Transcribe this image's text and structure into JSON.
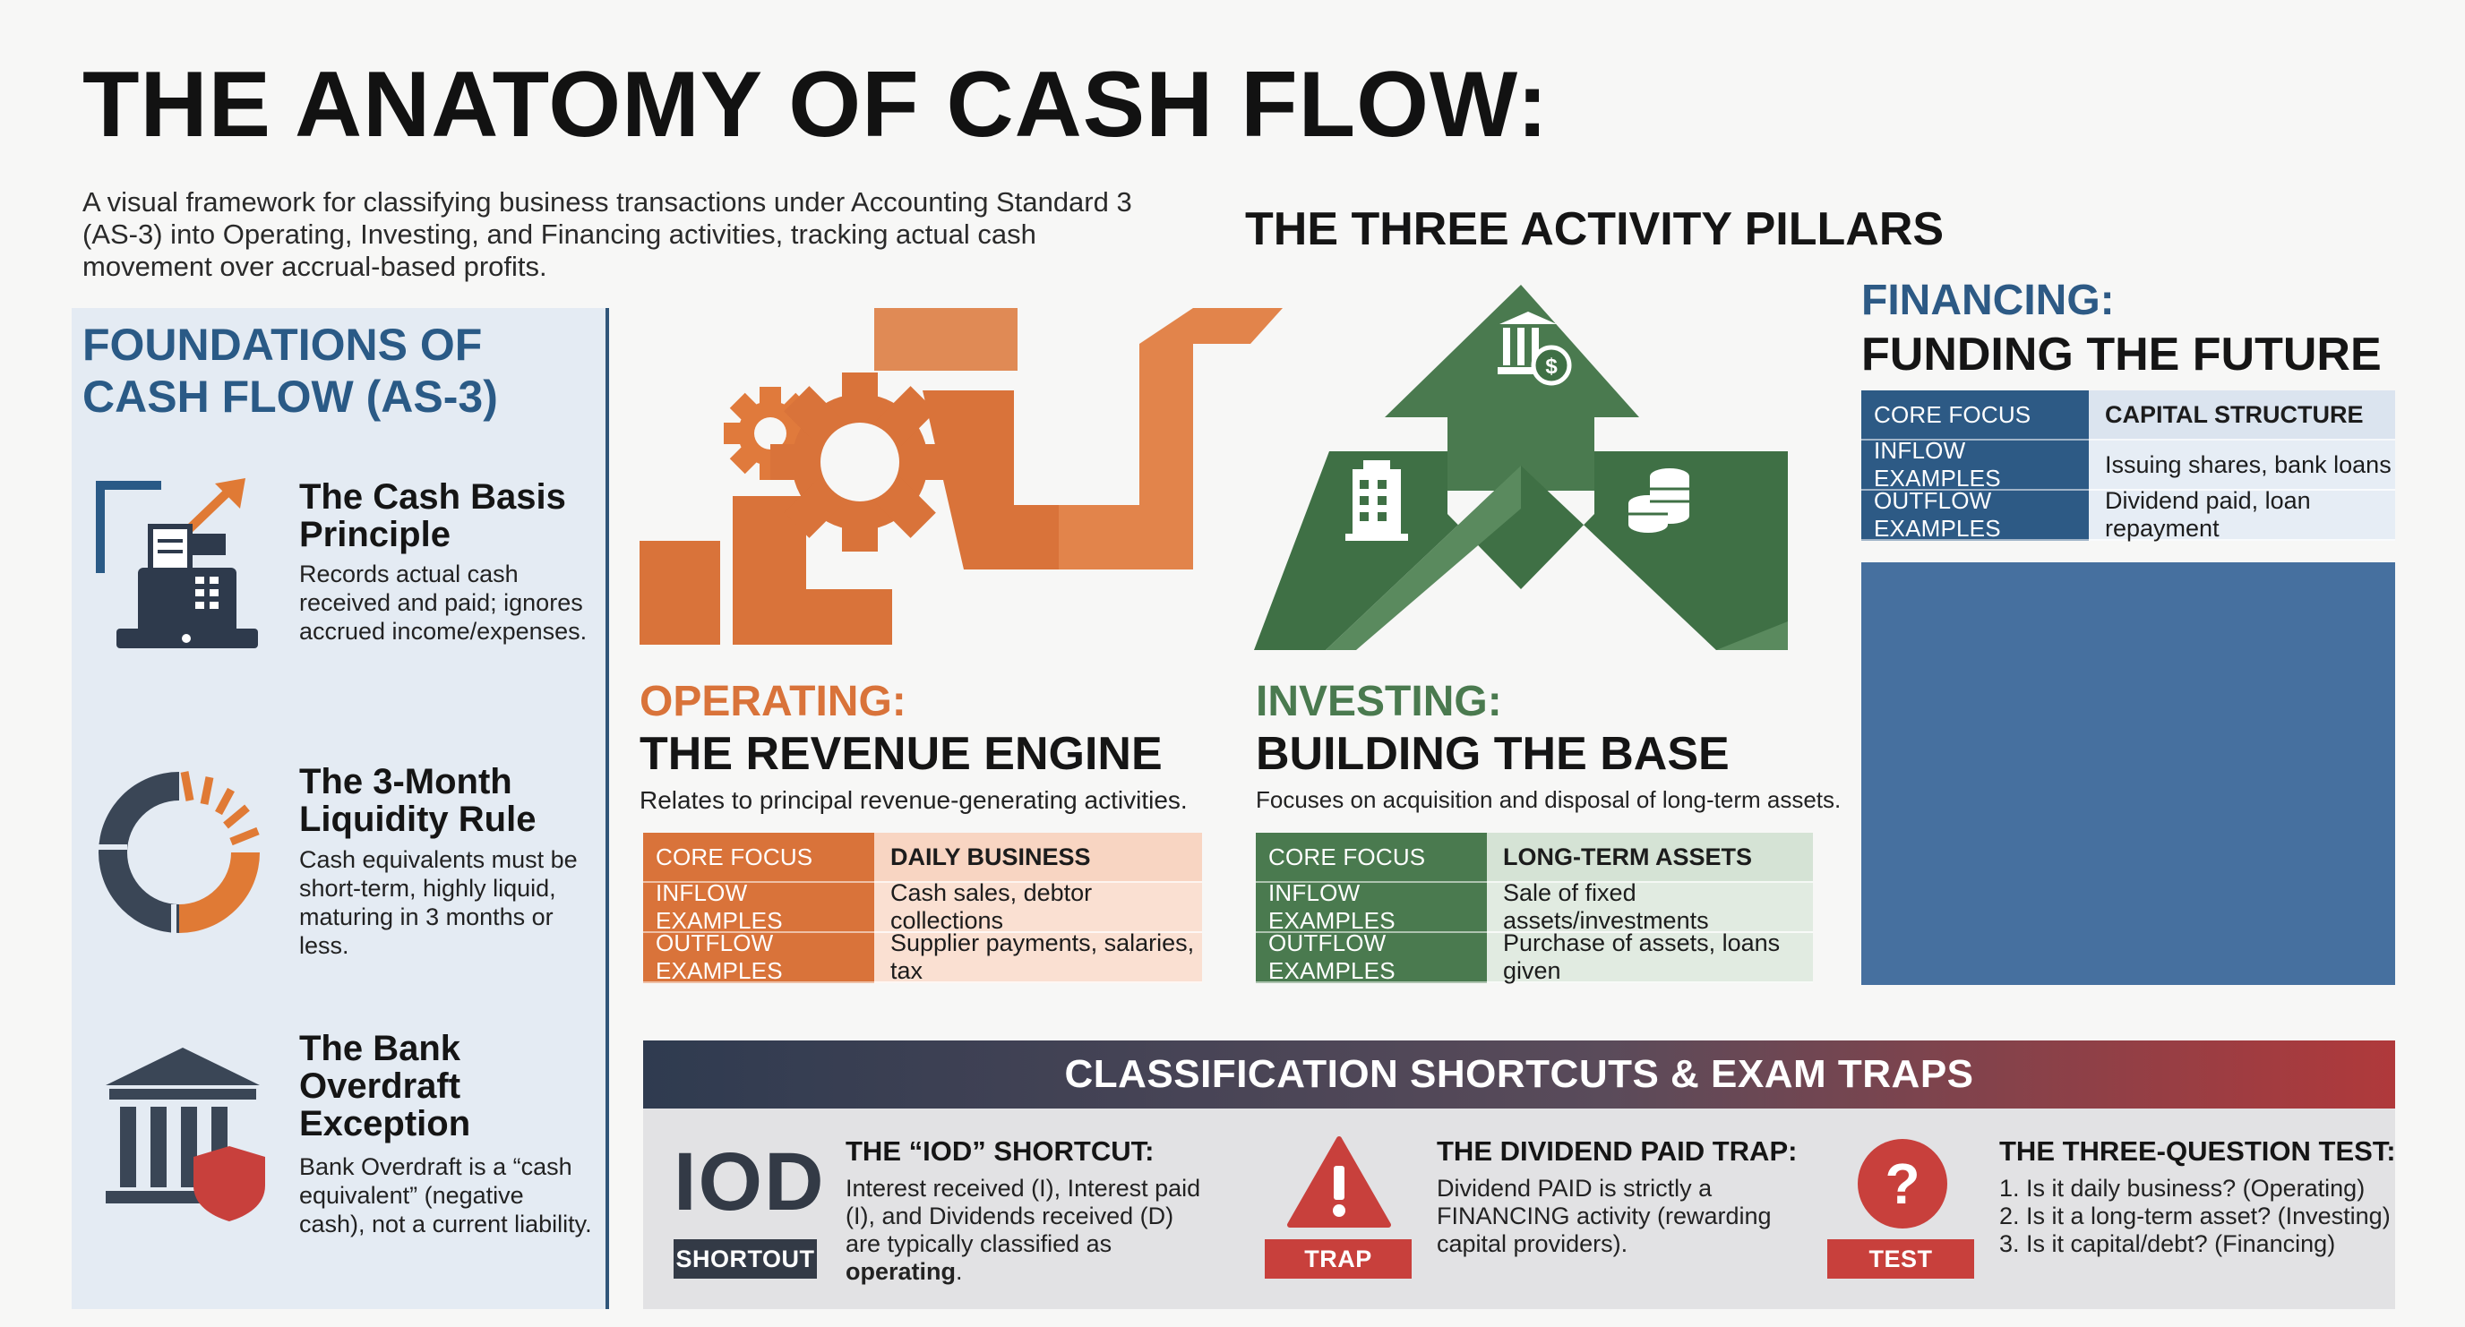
{
  "header": {
    "title": "THE ANATOMY OF CASH FLOW:",
    "subtitle": "A visual framework for classifying business transactions under Accounting Standard 3 (AS-3) into Operating, Investing, and Financing activities, tracking actual cash movement over accrual-based profits."
  },
  "pillars_heading": "THE THREE ACTIVITY PILLARS",
  "foundations": {
    "title": "FOUNDATIONS OF CASH FLOW (AS-3)",
    "items": [
      {
        "heading": "The Cash Basis Principle",
        "body": "Records actual cash received and paid; ignores accrued income/expenses.",
        "icon": "cash-register-icon"
      },
      {
        "heading": "The 3-Month Liquidity Rule",
        "body": "Cash equivalents must be short-term, highly liquid, maturing in 3 months or less.",
        "icon": "ring-gauge-icon"
      },
      {
        "heading": "The Bank Overdraft Exception",
        "body": "Bank Overdraft is a “cash equivalent” (negative cash), not a current liability.",
        "icon": "bank-shield-icon"
      }
    ]
  },
  "operating": {
    "label": "OPERATING:",
    "tagline": "THE REVENUE ENGINE",
    "description": "Relates to principal revenue-generating activities.",
    "rows": [
      {
        "key": "CORE FOCUS",
        "value": "DAILY BUSINESS"
      },
      {
        "key": "INFLOW EXAMPLES",
        "value": "Cash sales, debtor collections"
      },
      {
        "key": "OUTFLOW EXAMPLES",
        "value": "Supplier payments, salaries, tax"
      }
    ],
    "color": "#d9733a"
  },
  "investing": {
    "label": "INVESTING:",
    "tagline": "BUILDING THE BASE",
    "description": "Focuses on acquisition and disposal of long-term assets.",
    "rows": [
      {
        "key": "CORE FOCUS",
        "value": "LONG-TERM ASSETS"
      },
      {
        "key": "INFLOW EXAMPLES",
        "value": "Sale of fixed assets/investments"
      },
      {
        "key": "OUTFLOW EXAMPLES",
        "value": "Purchase of assets, loans given"
      }
    ],
    "color": "#4a7a4f"
  },
  "financing": {
    "label": "FINANCING:",
    "tagline": "FUNDING THE FUTURE",
    "rows": [
      {
        "key": "CORE FOCUS",
        "value": "CAPITAL STRUCTURE"
      },
      {
        "key": "INFLOW EXAMPLES",
        "value": "Issuing shares, bank loans"
      },
      {
        "key": "OUTFLOW EXAMPLES",
        "value": "Dividend paid, loan repayment"
      }
    ],
    "color": "#2d5a85"
  },
  "classification": {
    "banner": "CLASSIFICATION SHORTCUTS & EXAM TRAPS",
    "iod": {
      "big": "IOD",
      "badge": "SHORTOUT",
      "heading": "THE “IOD” SHORTCUT:",
      "body": "Interest received (I), Interest paid (I), and Dividends received (D) are typically classified as",
      "emphasis": "operating",
      "tail": "."
    },
    "trap": {
      "badge": "TRAP",
      "heading": "THE DIVIDEND PAID TRAP:",
      "body": "Dividend PAID is strictly a FINANCING activity (rewarding capital providers).",
      "icon": "warning-triangle-icon"
    },
    "test": {
      "badge": "TEST",
      "heading": "THE THREE-QUESTION TEST:",
      "lines": [
        "1. Is it daily business? (Operating)",
        "2. Is it a long-term asset? (Investing)",
        "3. Is it capital/debt? (Financing)"
      ],
      "icon": "question-circle-icon"
    }
  }
}
